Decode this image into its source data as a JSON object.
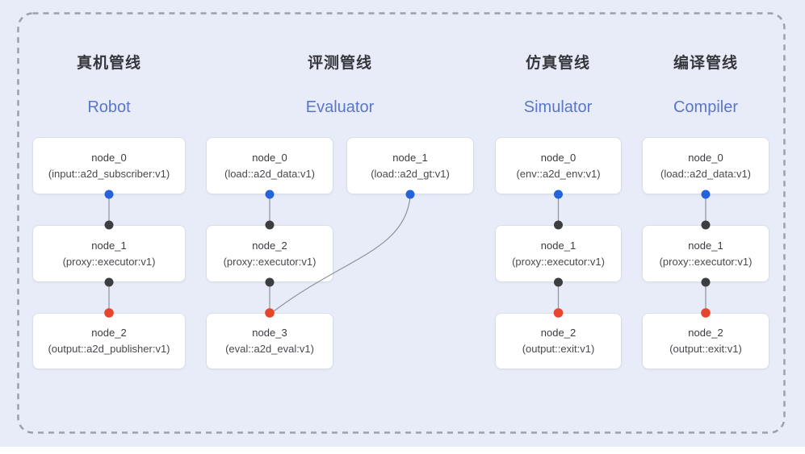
{
  "figure": {
    "description_visible_text_only": true
  },
  "pipelines": [
    {
      "title_cn": "真机管线",
      "title_en": "Robot",
      "nodes": [
        {
          "name": "node_0",
          "detail": "(input::a2d_subscriber:v1)"
        },
        {
          "name": "node_1",
          "detail": "(proxy::executor:v1)"
        },
        {
          "name": "node_2",
          "detail": "(output::a2d_publisher:v1)"
        }
      ],
      "edges": [
        "node_0 → node_1",
        "node_1 → node_2"
      ]
    },
    {
      "title_cn": "评测管线",
      "title_en": "Evaluator",
      "nodes": [
        {
          "name": "node_0",
          "detail": "(load::a2d_data:v1)"
        },
        {
          "name": "node_1",
          "detail": "(load::a2d_gt:v1)"
        },
        {
          "name": "node_2",
          "detail": "(proxy::executor:v1)"
        },
        {
          "name": "node_3",
          "detail": "(eval::a2d_eval:v1)"
        }
      ],
      "edges": [
        "node_0 → node_2",
        "node_1 → node_3",
        "node_2 → node_3"
      ]
    },
    {
      "title_cn": "仿真管线",
      "title_en": "Simulator",
      "nodes": [
        {
          "name": "node_0",
          "detail": "(env::a2d_env:v1)"
        },
        {
          "name": "node_1",
          "detail": "(proxy::executor:v1)"
        },
        {
          "name": "node_2",
          "detail": "(output::exit:v1)"
        }
      ],
      "edges": [
        "node_0 → node_1",
        "node_1 → node_2"
      ]
    },
    {
      "title_cn": "编译管线",
      "title_en": "Compiler",
      "nodes": [
        {
          "name": "node_0",
          "detail": "(load::a2d_data:v1)"
        },
        {
          "name": "node_1",
          "detail": "(proxy::executor:v1)"
        },
        {
          "name": "node_2",
          "detail": "(output::exit:v1)"
        }
      ],
      "edges": [
        "node_0 → node_1",
        "node_1 → node_2"
      ]
    }
  ],
  "colors": {
    "background": "#e8ecf8",
    "panel_border": "#9aa0ac",
    "node_bg": "#ffffff",
    "node_border": "#dadee7",
    "title_cn": "#36373c",
    "title_en": "#5b76c8",
    "node_text": "#3a3b40",
    "port_blue": "#2563d8",
    "port_dark": "#3d3e42",
    "port_red": "#e8452e",
    "edge_line": "#8e929c"
  }
}
